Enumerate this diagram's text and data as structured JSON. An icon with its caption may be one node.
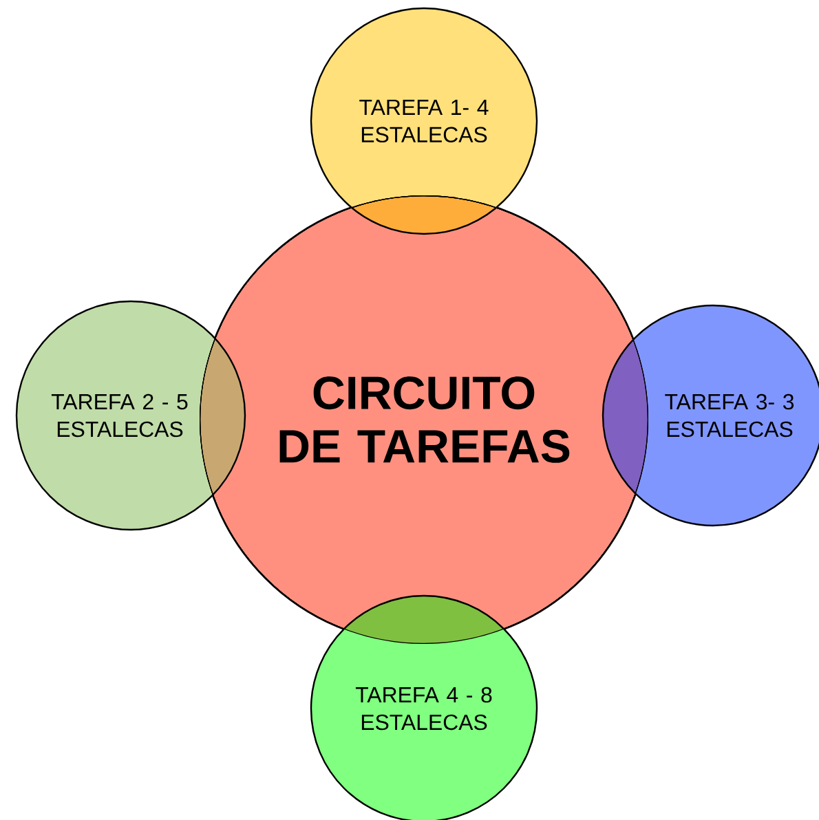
{
  "diagram": {
    "nodes": [
      {
        "text": [
          "CIRCUITO DE TAREFAS"
        ]
      },
      {
        "text": [
          "TAREFA 1- 4 ESTALECAS"
        ]
      },
      {
        "text": [
          "TAREFA 2 - 5 ESTALECAS"
        ]
      },
      {
        "text": [
          "TAREFA 3- 3 ESTALECAS"
        ]
      },
      {
        "text": [
          "TAREFA 4 - 8 ESTALECAS"
        ]
      }
    ]
  }
}
